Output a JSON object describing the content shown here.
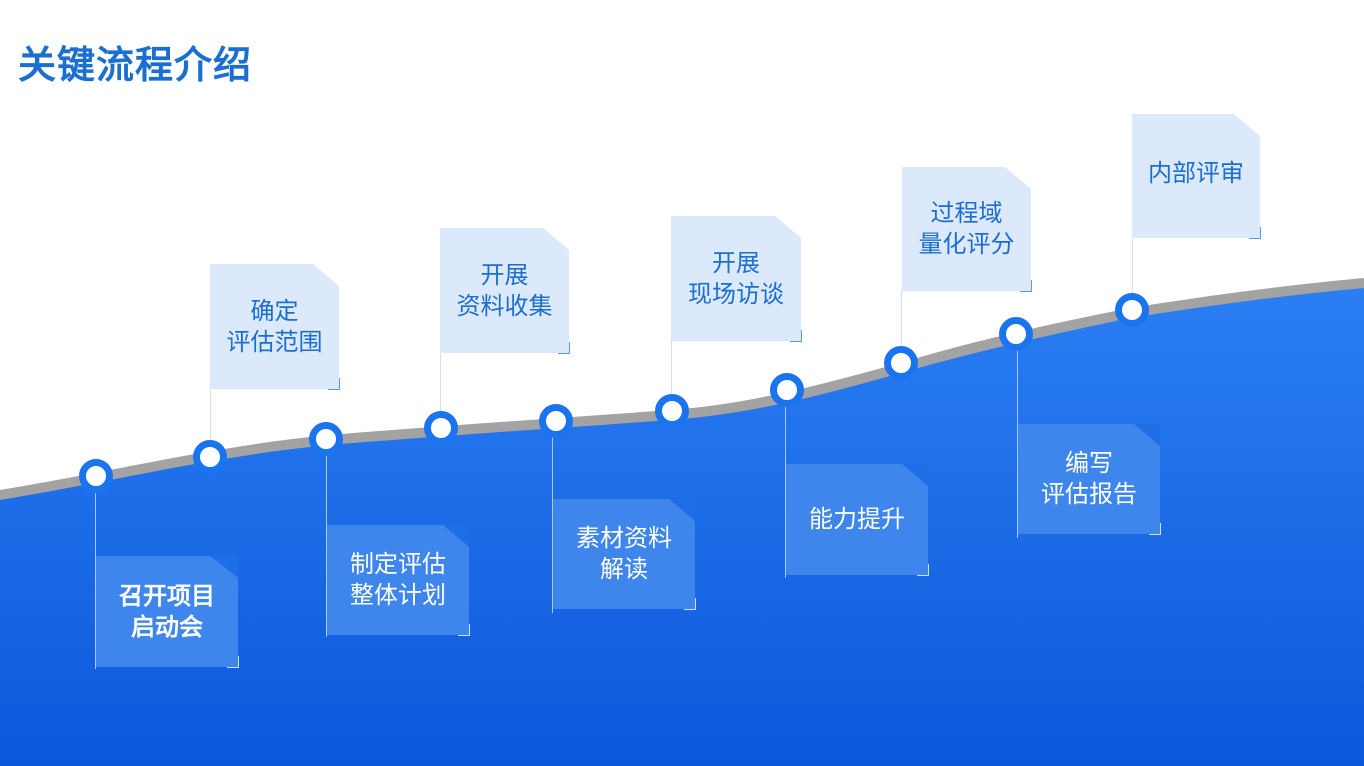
{
  "title": "关键流程介绍",
  "colors": {
    "accent": "#1a6fd1",
    "fill_top": "#2b7ef3",
    "fill_bottom": "#0c58db",
    "upper_card": "#dce9fb",
    "lower_card": "#3f86ec",
    "curve_shadow": "#a3a3a3"
  },
  "steps": [
    {
      "label_line1": "召开项目",
      "label_line2": "启动会",
      "position": "below"
    },
    {
      "label_line1": "确定",
      "label_line2": "评估范围",
      "position": "above"
    },
    {
      "label_line1": "制定评估",
      "label_line2": "整体计划",
      "position": "below"
    },
    {
      "label_line1": "开展",
      "label_line2": "资料收集",
      "position": "above"
    },
    {
      "label_line1": "素材资料",
      "label_line2": "解读",
      "position": "below"
    },
    {
      "label_line1": "开展",
      "label_line2": "现场访谈",
      "position": "above"
    },
    {
      "label_line1": "能力提升",
      "label_line2": "",
      "position": "below"
    },
    {
      "label_line1": "过程域",
      "label_line2": "量化评分",
      "position": "above"
    },
    {
      "label_line1": "编写",
      "label_line2": "评估报告",
      "position": "below"
    },
    {
      "label_line1": "内部评审",
      "label_line2": "",
      "position": "above"
    }
  ]
}
